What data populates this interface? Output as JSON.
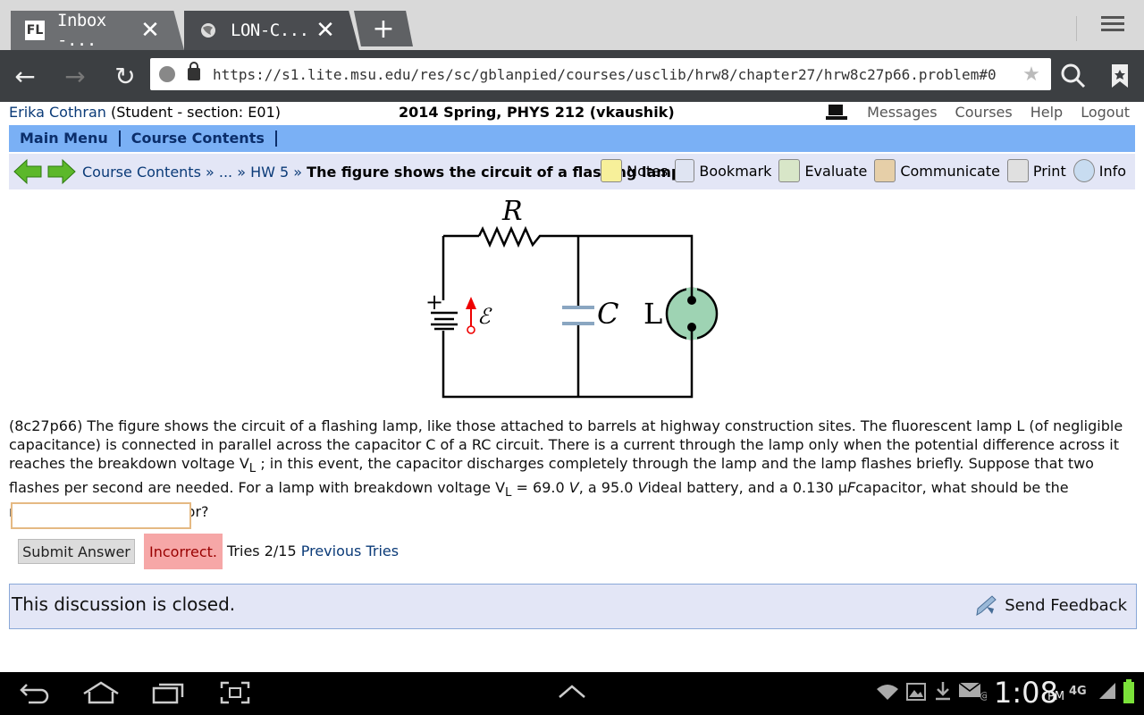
{
  "browser": {
    "tabs": [
      {
        "label": "Inbox -...",
        "icon": "FL"
      },
      {
        "label": "LON-C...",
        "icon": "globe"
      }
    ],
    "new_tab": "+",
    "url": "https://s1.lite.msu.edu/res/sc/gblanpied/courses/usclib/hrw8/chapter27/hrw8c27p66.problem#0"
  },
  "header": {
    "user_name": "Erika Cothran",
    "user_role": "(Student  - section: E01)",
    "course": "2014 Spring, PHYS 212 (vkaushik)",
    "links": [
      "Messages",
      "Courses",
      "Help",
      "Logout"
    ]
  },
  "menubar": {
    "items": [
      "Main Menu",
      "Course Contents"
    ]
  },
  "breadcrumb": {
    "path": "Course Contents » ... » HW 5 » ",
    "current": "The figure shows the circuit of a flashing lamp",
    "tools": [
      "Notes",
      "Bookmark",
      "Evaluate",
      "Communicate",
      "Print",
      "Info"
    ]
  },
  "figure": {
    "labels": {
      "resistor": "R",
      "emf": "ℰ",
      "capacitor": "C",
      "lamp": "L",
      "plus": "+"
    }
  },
  "problem": {
    "text_1": "(8c27p66) The figure shows the circuit of a flashing lamp, like those attached to barrels at highway construction sites. The fluorescent lamp L (of negligible capacitance) is connected in parallel across the capacitor C of a RC circuit. There is a current through the lamp only when the potential difference across it reaches the breakdown voltage V",
    "sub_L": "L",
    "text_2": " ; in this event, the capacitor discharges completely through the lamp and the lamp flashes briefly. Suppose that two flashes per second are needed. For a lamp with breakdown voltage V",
    "text_3": " = 69.0 ",
    "unit_V": "V",
    "text_4": ", a 95.0 ",
    "text_5": "ideal battery, and a 0.130 μ",
    "unit_F": "F",
    "text_6": "capacitor, what should be the resistance R of the resistor?",
    "answer_value": ""
  },
  "actions": {
    "submit": "Submit Answer",
    "status": "Incorrect.",
    "tries": "Tries 2/15",
    "previous": "Previous Tries"
  },
  "discussion": {
    "closed": "This discussion is closed.",
    "feedback": "Send Feedback"
  },
  "statusbar": {
    "time": "1:08",
    "ampm": "PM",
    "network": "4G"
  },
  "colors": {
    "menubar": "#7ab0f5",
    "crumbbar": "#e3e6f6",
    "incorrect": "#f6a7a7",
    "link": "#0b3b78"
  }
}
